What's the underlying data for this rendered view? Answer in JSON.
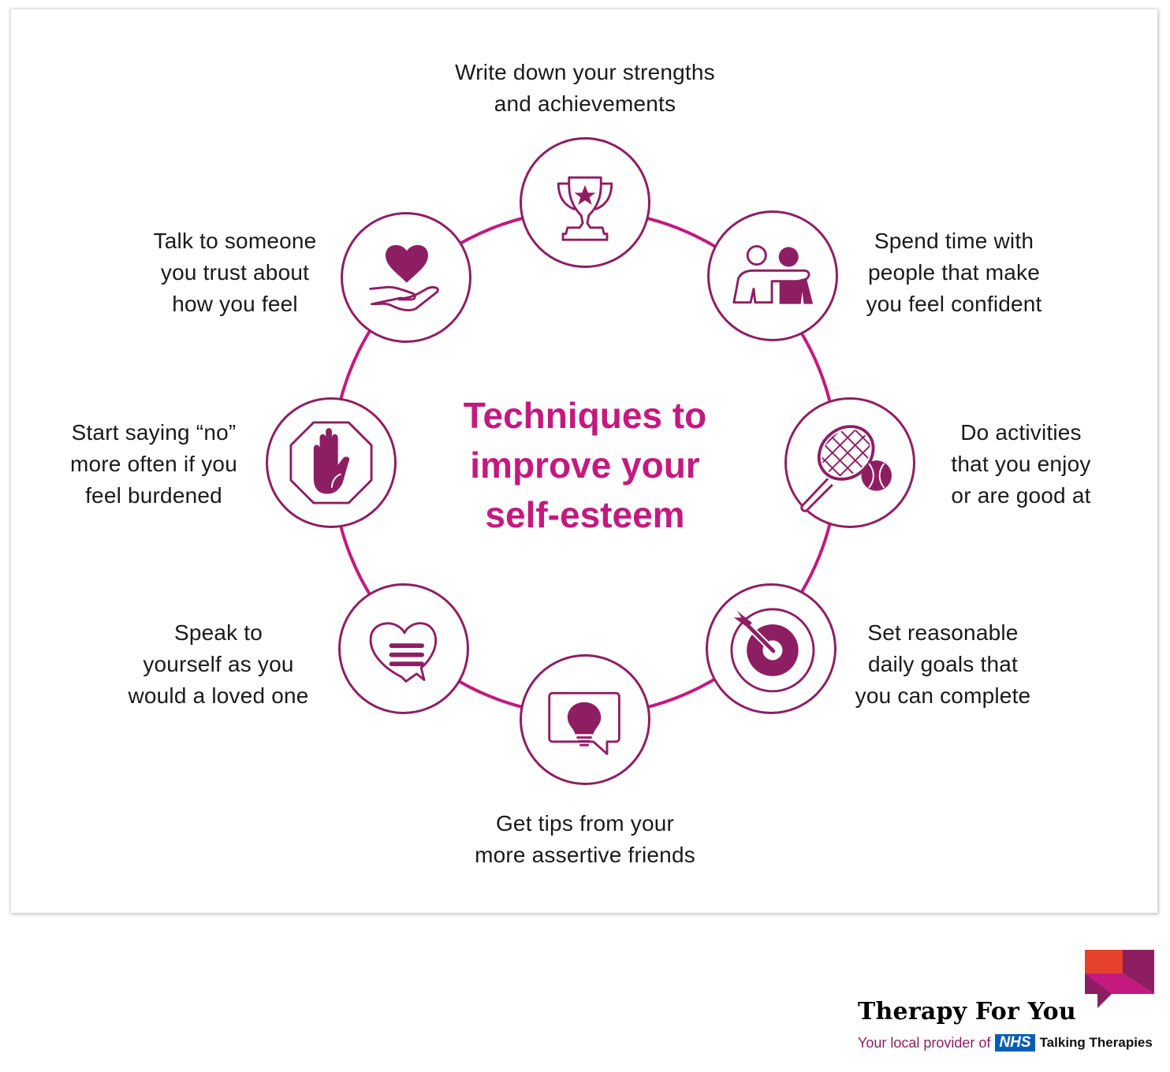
{
  "title": "Techniques to\nimprove your\nself-esteem",
  "colors": {
    "accent": "#c4197f",
    "icon": "#8e1e62",
    "text": "#1a1a1a"
  },
  "techniques": [
    {
      "icon": "trophy-icon",
      "label": "Write down your strengths\nand achievements"
    },
    {
      "icon": "people-support-icon",
      "label": "Spend time with\npeople that make\nyou feel confident"
    },
    {
      "icon": "tennis-icon",
      "label": "Do activities\nthat you enjoy\nor are good at"
    },
    {
      "icon": "target-icon",
      "label": "Set reasonable\ndaily goals that\nyou can complete"
    },
    {
      "icon": "lightbulb-speech-icon",
      "label": "Get tips from your\nmore assertive friends"
    },
    {
      "icon": "heart-speech-icon",
      "label": "Speak to\nyourself as you\nwould a loved one"
    },
    {
      "icon": "stop-hand-icon",
      "label": "Start saying “no”\nmore often if you\nfeel burdened"
    },
    {
      "icon": "heart-hand-icon",
      "label": "Talk to someone\nyou trust about\nhow you feel"
    }
  ],
  "logo": {
    "name": "Therapy For You",
    "tagline": "Your local provider of",
    "nhs": "NHS",
    "service": "Talking Therapies"
  }
}
